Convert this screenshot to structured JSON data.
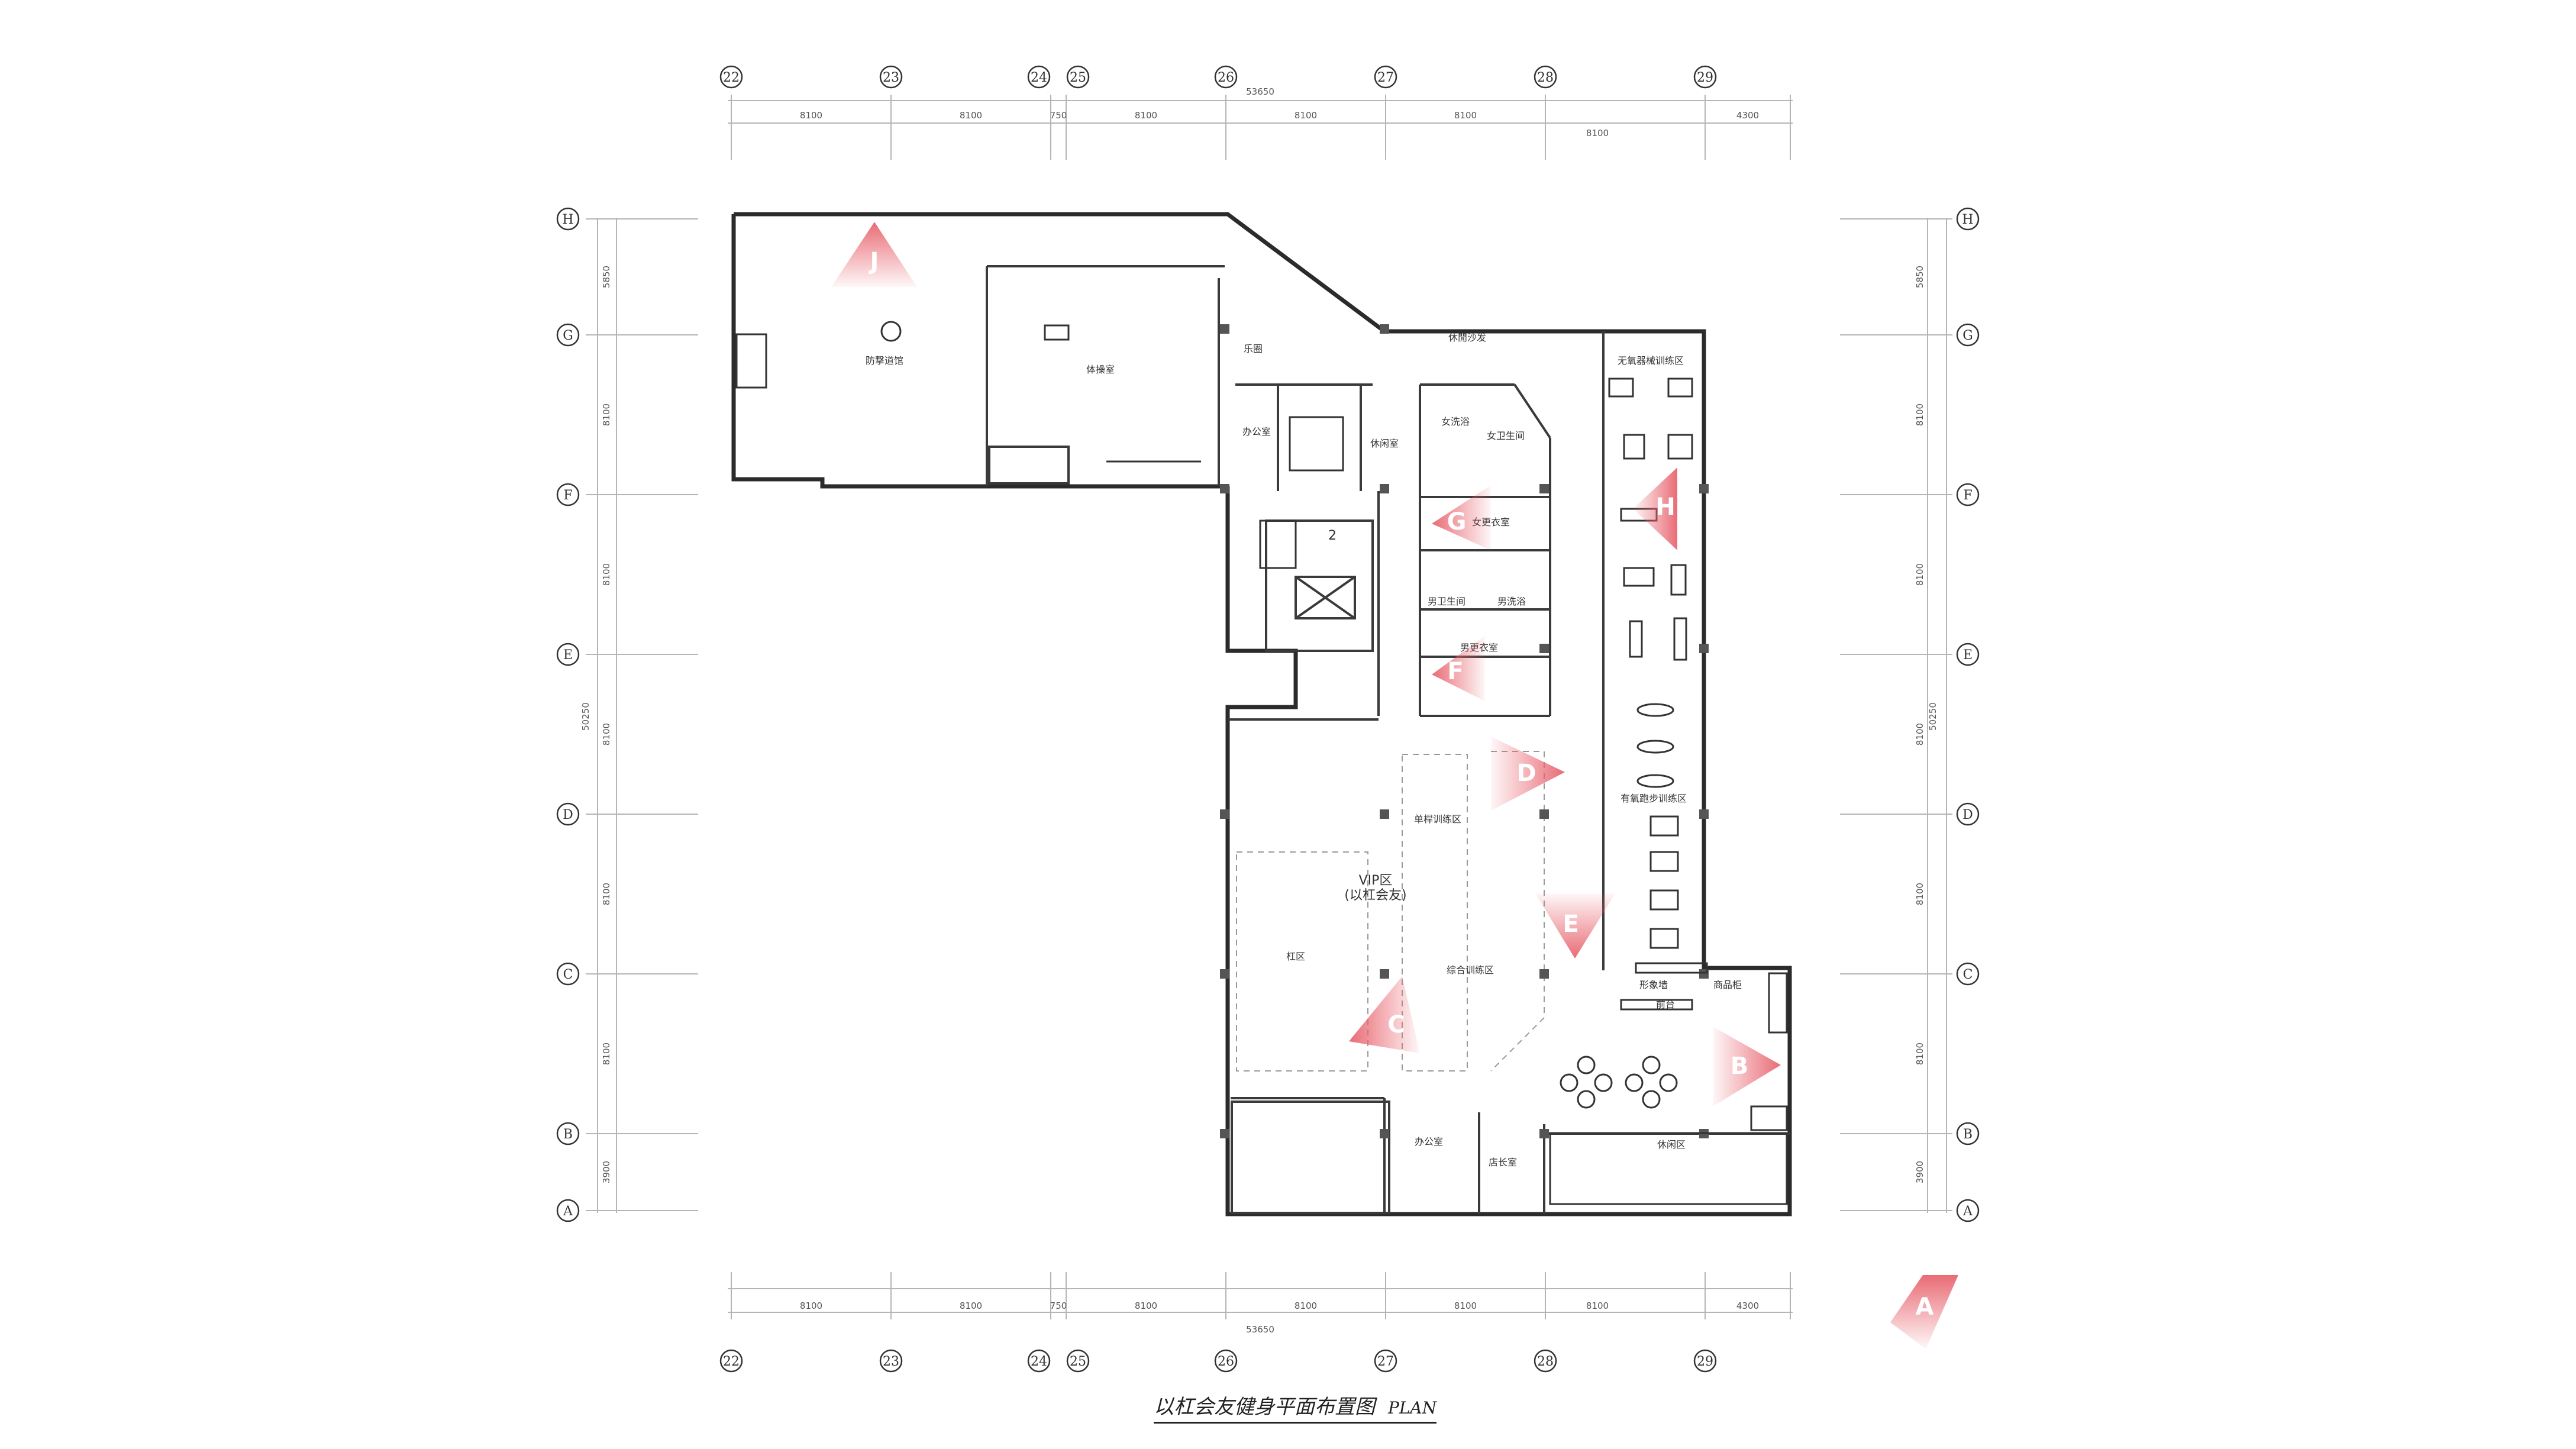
{
  "title": {
    "cn": "以杠会友健身平面布置图",
    "en": "PLAN"
  },
  "grid": {
    "columns": [
      "22",
      "23",
      "24",
      "25",
      "26",
      "27",
      "28",
      "29"
    ],
    "rows": [
      "H",
      "G",
      "F",
      "E",
      "D",
      "C",
      "B",
      "A"
    ],
    "top_spans": [
      "8100",
      "8100",
      "750",
      "8100",
      "8100",
      "8100",
      "4300"
    ],
    "top_total": "53650",
    "top_sub": "8100",
    "row_spans": [
      "5850",
      "8100",
      "8100",
      "8100",
      "8100",
      "8100",
      "3900"
    ],
    "side_total": "50250"
  },
  "rooms": [
    {
      "name": "防撃道馆"
    },
    {
      "name": "体操室"
    },
    {
      "name": "乐圈"
    },
    {
      "name": "休閒沙发"
    },
    {
      "name": "办公室"
    },
    {
      "name": "休闲室"
    },
    {
      "name": "女洗浴"
    },
    {
      "name": "女卫生间"
    },
    {
      "name": "女更衣室"
    },
    {
      "name": "男卫生间"
    },
    {
      "name": "男洗浴"
    },
    {
      "name": "男更衣室"
    },
    {
      "name": "无氧器械训练区"
    },
    {
      "name": "有氧跑步训练区"
    },
    {
      "name": "单桿训练区"
    },
    {
      "name": "综合训练区"
    },
    {
      "name": "VIP区"
    },
    {
      "name": "(以杠会友)"
    },
    {
      "name": "杠区"
    },
    {
      "name": "休闲区"
    },
    {
      "name": "前台"
    },
    {
      "name": "形象墙"
    },
    {
      "name": "商品柜"
    },
    {
      "name": "办公室"
    },
    {
      "name": "店长室"
    },
    {
      "name": "2"
    }
  ],
  "view_markers": [
    "A",
    "B",
    "C",
    "D",
    "E",
    "F",
    "G",
    "H",
    "J"
  ],
  "colors": {
    "line": "#2b2b2b",
    "grid": "#9a9a9a",
    "marker": "#e8646e"
  }
}
